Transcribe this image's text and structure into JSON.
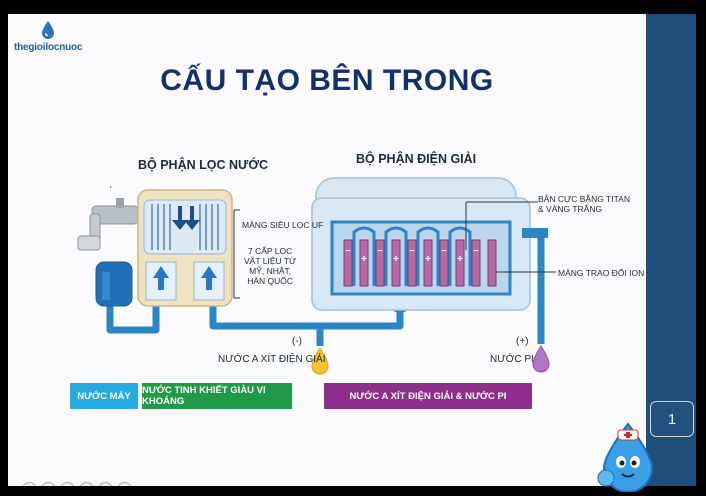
{
  "logo": {
    "text": "thegioilocnuoc",
    "icon": "water-drop-icon"
  },
  "slide": {
    "title": "CẤU TẠO BÊN TRONG",
    "labels": {
      "filter_section": "BỘ PHẬN LỌC NƯỚC",
      "electrolysis_section": "BỘ PHẬN ĐIỆN GIẢI",
      "uf_membrane": "MÀNG SIÊU LỌC UF",
      "filter_stages": [
        "7 CẤP LỌC",
        "VẬT LIỆU TỪ",
        "MỸ, NHẬT,",
        "HÀN QUỐC"
      ],
      "electrode_plates": [
        "BẢN CỰC BẰNG TITAN",
        "& VÀNG TRẮNG"
      ],
      "ion_membrane": "MÀNG TRAO ĐỔI ION",
      "acid_water": "NƯỚC A XÍT ĐIỆN GIẢI",
      "acid_sign": "(-)",
      "pi_water": "NƯỚC PI",
      "pi_sign": "(+)",
      "tap_mark": "'",
      "plate_plus": "+",
      "plate_minus": "−"
    },
    "legend": [
      {
        "text": "NƯỚC MÁY",
        "color": "#27a9e1"
      },
      {
        "text": "NƯỚC TINH KHIẾT GIÀU VI KHOÁNG",
        "color": "#1f9a48"
      },
      {
        "text": "NƯỚC A XÍT ĐIỆN GIẢI & NƯỚC PI",
        "color": "#8e2f8d"
      }
    ]
  },
  "pager": {
    "current": "1"
  },
  "toolbar": {
    "icons": [
      "prev-icon",
      "next-icon",
      "pen-icon",
      "view-icon",
      "zoom-icon",
      "more-icon"
    ]
  },
  "mascot": {
    "icon": "water-drop-mascot-icon"
  },
  "colors": {
    "title": "#14306b",
    "sidebar": "#1f4e79",
    "pipe": "#2b86c5",
    "tank": "#d8e9f5",
    "filter": "#efe3c2",
    "plate": "#b56aa6"
  }
}
